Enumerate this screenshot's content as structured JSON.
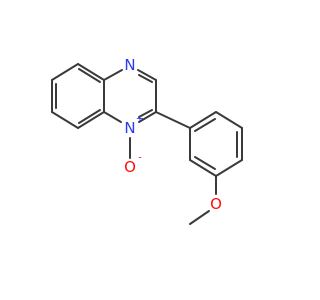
{
  "molecule": {
    "atoms": {
      "n4": {
        "symbol": "N",
        "color": "#2a3cf0"
      },
      "n1": {
        "symbol": "N",
        "charge": "+",
        "color": "#2a3cf0"
      },
      "o_oxide": {
        "symbol": "O",
        "charge": "-",
        "color": "#ff0d0d"
      },
      "o_methoxy": {
        "symbol": "O",
        "color": "#ff0d0d"
      }
    },
    "bond_color": "#3a3a3a",
    "background": "#ffffff"
  }
}
